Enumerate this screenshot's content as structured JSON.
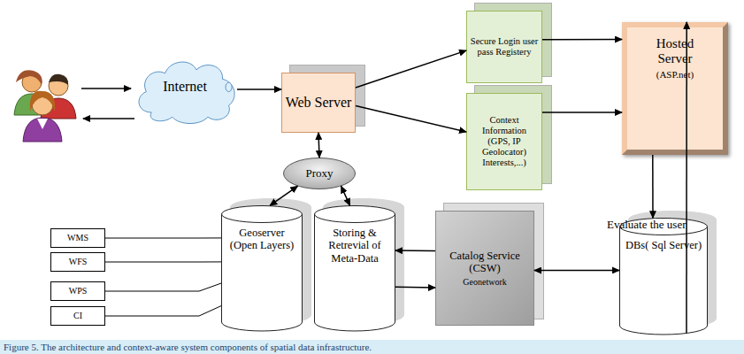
{
  "diagram": {
    "caption": "Figure 5. The architecture and context-aware system components of spatial data infrastructure.",
    "nodes": [
      {
        "text": [
          "Internet"
        ]
      },
      {
        "text": [
          "Web Server"
        ]
      },
      {
        "text": [
          "Secure Login user pass Registery"
        ]
      },
      {
        "text": [
          "Context Information (GPS, IP Geolocator) Interests,...)"
        ]
      },
      {
        "text": [
          "Hosted Server",
          "(ASP.net)"
        ]
      },
      {
        "text": [
          "Proxy"
        ]
      },
      {
        "text": [
          "Geoserver (Open Layers)"
        ]
      },
      {
        "text": [
          "Storing & Retrevial of Meta-Data"
        ]
      },
      {
        "text": [
          "Catalog Service (CSW)",
          "Geonetwork"
        ]
      },
      {
        "text": [
          "DBs( Sql Server)"
        ]
      },
      {
        "text": [
          "WMS"
        ]
      },
      {
        "text": [
          "WFS"
        ]
      },
      {
        "text": [
          "WPS"
        ]
      },
      {
        "text": [
          "CI"
        ]
      }
    ],
    "edges": [
      {
        "from": 0,
        "to": 1,
        "arrow": "to"
      },
      {
        "from": 1,
        "to": 2,
        "arrow": "to"
      },
      {
        "from": 1,
        "to": 3,
        "arrow": "to"
      },
      {
        "from": 2,
        "to": 4,
        "arrow": "to"
      },
      {
        "from": 3,
        "to": 4,
        "arrow": "to"
      },
      {
        "from": 1,
        "to": 5,
        "arrow": "both"
      },
      {
        "from": 5,
        "to": 6,
        "arrow": "both"
      },
      {
        "from": 5,
        "to": 7,
        "arrow": "both"
      },
      {
        "from": 8,
        "to": 7,
        "arrow": "to"
      },
      {
        "from": 7,
        "to": 8,
        "arrow": "to"
      },
      {
        "from": 8,
        "to": 9,
        "arrow": "both"
      },
      {
        "from": 4,
        "to": 9,
        "arrow": "to"
      },
      {
        "from": 9,
        "to": 4,
        "arrow": "to"
      },
      {
        "from": 10,
        "to": 6,
        "arrow": "none"
      },
      {
        "from": 11,
        "to": 6,
        "arrow": "none"
      },
      {
        "from": 12,
        "to": 6,
        "arrow": "none"
      },
      {
        "from": 13,
        "to": 6,
        "arrow": "none"
      }
    ],
    "labels": [
      "Evaluate the user"
    ]
  }
}
